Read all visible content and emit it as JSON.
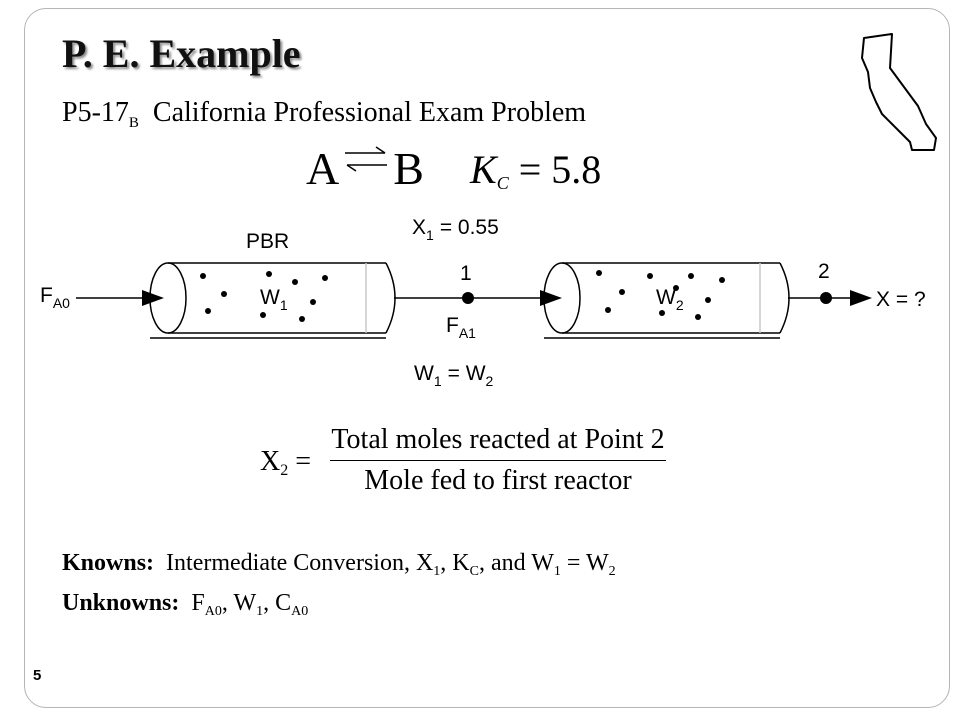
{
  "slide": {
    "title": "P. E. Example",
    "subtitle_prefix": "P5-17",
    "subtitle_sub": "B",
    "subtitle_rest": "California Professional Exam Problem",
    "page_number": "5"
  },
  "reaction": {
    "reactant": "A",
    "product": "B",
    "kc_symbol": "K",
    "kc_sub": "C",
    "kc_eq": "=",
    "kc_value": "5.8"
  },
  "diagram": {
    "pbr": "PBR",
    "x1_label": "X",
    "x1_sub": "1",
    "x1_value": "= 0.55",
    "fa0": "F",
    "fa0_sub": "A0",
    "w1": "W",
    "w1_sub": "1",
    "point1": "1",
    "fa1": "F",
    "fa1_sub": "A1",
    "w2": "W",
    "w2_sub": "2",
    "point2": "2",
    "x_out": "X = ?",
    "weq_w": "W",
    "weq_1": "1",
    "weq_mid": "= W",
    "weq_2": "2"
  },
  "equation": {
    "lhs": "X",
    "lhs_sub": "2",
    "eq": "=",
    "numerator": "Total moles reacted at Point 2",
    "denominator": "Mole fed to first reactor"
  },
  "knowns": {
    "label": "Knowns:",
    "t1": "Intermediate Conversion, X",
    "s1": "1",
    "t2": ", K",
    "s2": "C",
    "t3": ", and W",
    "s3": "1",
    "t4": " = W",
    "s4": "2"
  },
  "unknowns": {
    "label": "Unknowns:",
    "t1": "F",
    "s1": "A0",
    "t2": ", W",
    "s2": "1",
    "t3": ", C",
    "s3": "A0"
  }
}
